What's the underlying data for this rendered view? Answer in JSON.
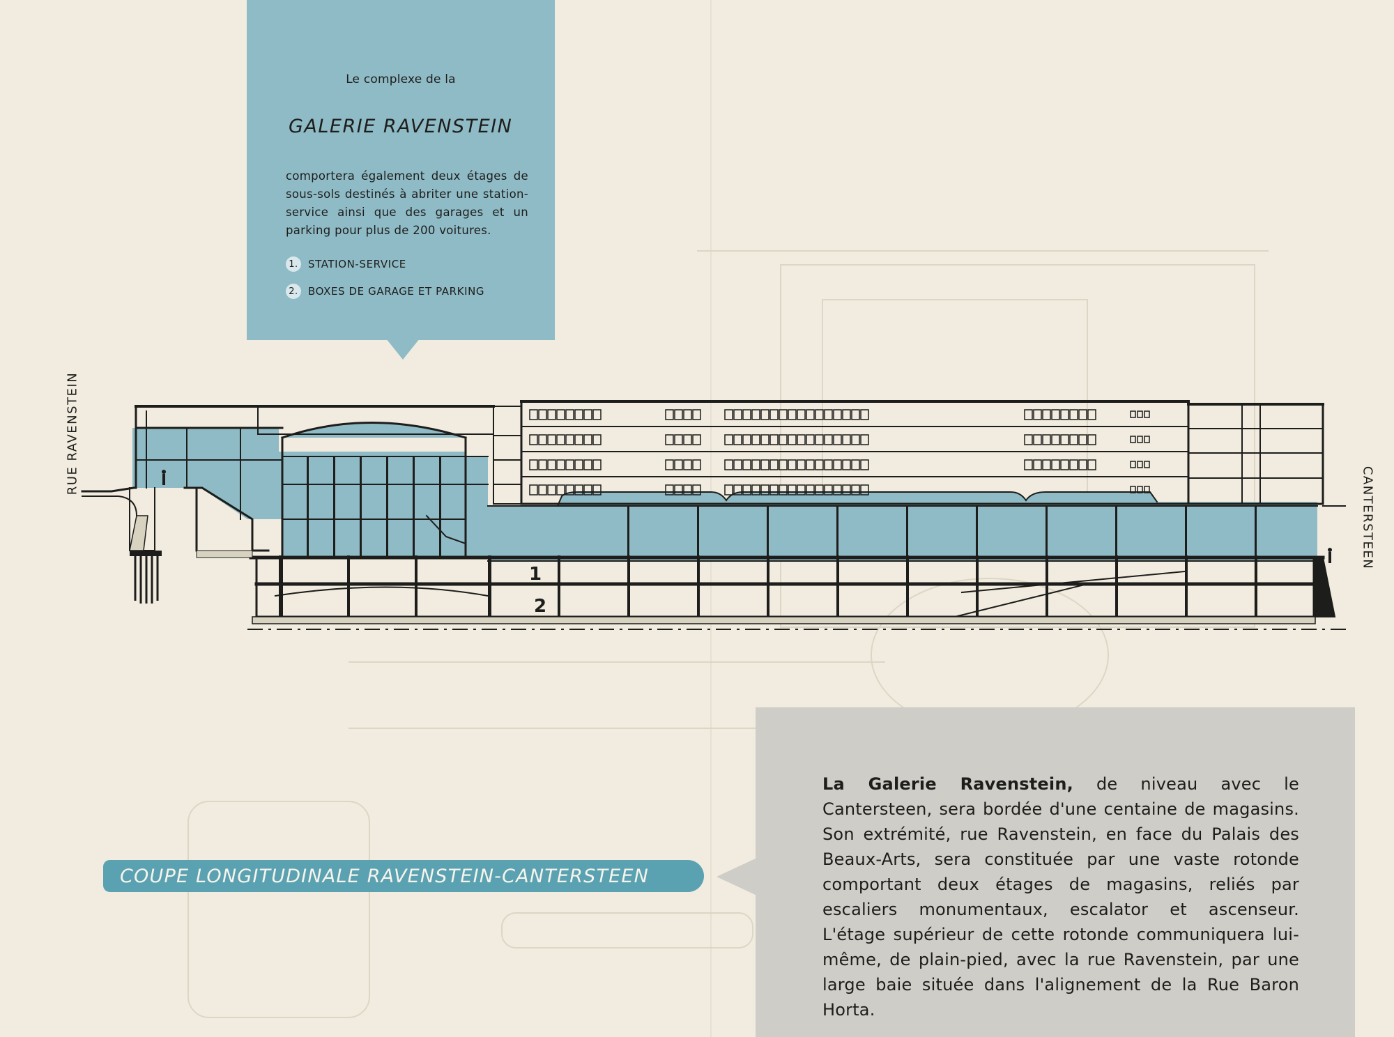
{
  "info_panel": {
    "intro": "Le complexe de la",
    "title": "GALERIE  RAVENSTEIN",
    "body": "comportera également deux étages de sous-sols destinés à abriter une station-service ainsi que des garages et un parking pour plus de 200 voitures.",
    "legend": [
      {
        "num": "1.",
        "label": "STATION-SERVICE"
      },
      {
        "num": "2.",
        "label": "BOXES DE GARAGE  ET  PARKING"
      }
    ]
  },
  "street_labels": {
    "left": "RUE RAVENSTEIN",
    "right": "CANTERSTEEN"
  },
  "section": {
    "level_1": "1",
    "level_2": "2",
    "colors": {
      "line": "#1d1d1b",
      "blue_fill": "#8fbbc6",
      "ground": "#d8d2c0"
    }
  },
  "caption": "COUPE LONGITUDINALE   RAVENSTEIN-CANTERSTEEN",
  "description": {
    "lead": "La Galerie Ravenstein,",
    "body": " de niveau avec le Cantersteen, sera bordée d'une centaine de magasins. Son extrémité, rue Ravenstein, en face du Palais des Beaux-Arts, sera constituée par une vaste rotonde comportant deux étages de magasins, reliés par escaliers monumentaux, escalator et ascenseur. L'étage supérieur de cette rotonde communiquera lui-même, de plain-pied, avec la rue Ravenstein, par une large baie située dans l'alignement de la Rue Baron Horta."
  },
  "palette": {
    "paper": "#f1ecdf",
    "panel_blue": "#8fbbc6",
    "ribbon_blue": "#5aa2b1",
    "desc_grey": "#cfcdc7"
  }
}
